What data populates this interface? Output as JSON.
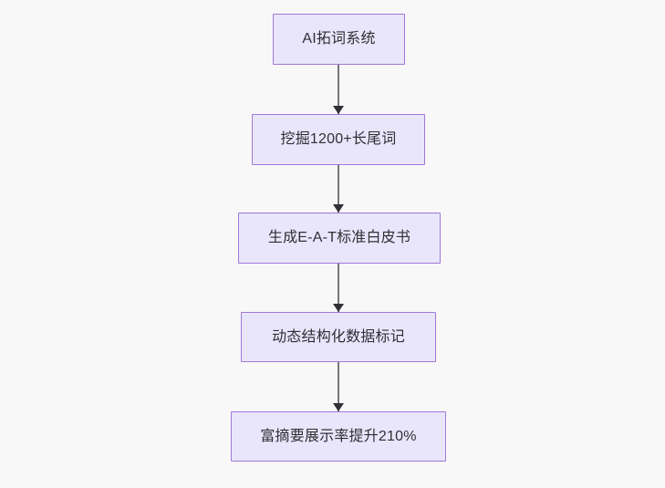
{
  "diagram": {
    "type": "flowchart",
    "orientation": "top-to-bottom",
    "background_color": "#f8f8f8",
    "node_fill_color": "#e9e6fb",
    "node_border_color": "#9f78d8",
    "node_text_color": "#2f2f35",
    "connector_color": "#76767a",
    "arrowhead_color": "#2f2f35",
    "nodes": [
      {
        "id": "node-0",
        "label": "AI拓词系统",
        "name": "flow-node-ai-keyword-system"
      },
      {
        "id": "node-1",
        "label": "挖掘1200+长尾词",
        "name": "flow-node-mine-long-tail-keywords"
      },
      {
        "id": "node-2",
        "label": "生成E-A-T标准白皮书",
        "name": "flow-node-generate-eat-whitepaper"
      },
      {
        "id": "node-3",
        "label": "动态结构化数据标记",
        "name": "flow-node-dynamic-structured-data-markup"
      },
      {
        "id": "node-4",
        "label": "富摘要展示率提升210%",
        "name": "flow-node-rich-snippet-ctr-uplift"
      }
    ],
    "edges": [
      {
        "id": "connector-0",
        "from": "node-0",
        "to": "node-1",
        "arrow": "down-arrow"
      },
      {
        "id": "connector-1",
        "from": "node-1",
        "to": "node-2",
        "arrow": "down-arrow"
      },
      {
        "id": "connector-2",
        "from": "node-2",
        "to": "node-3",
        "arrow": "down-arrow"
      },
      {
        "id": "connector-3",
        "from": "node-3",
        "to": "node-4",
        "arrow": "down-arrow"
      }
    ]
  }
}
